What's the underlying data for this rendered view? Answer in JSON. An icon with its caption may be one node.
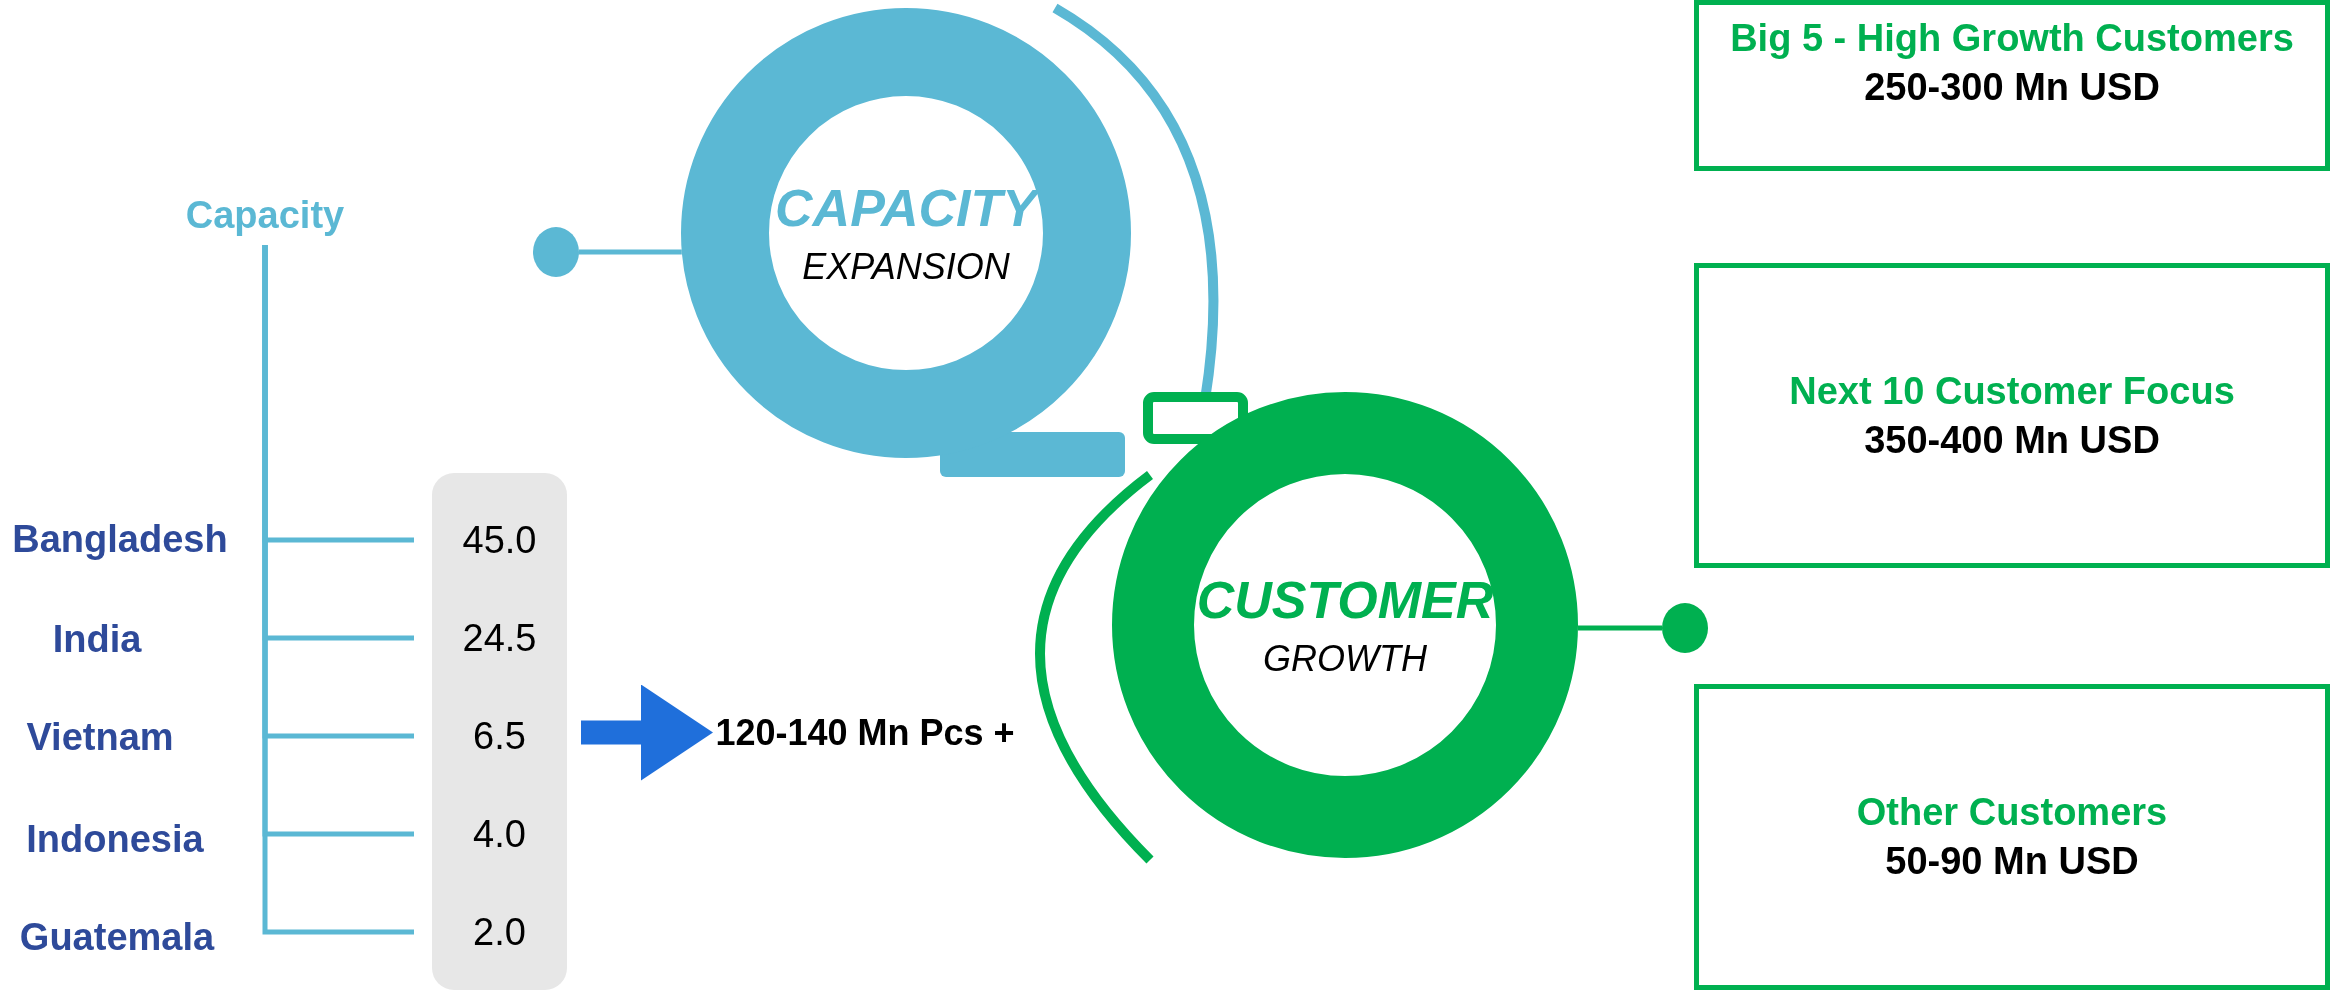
{
  "diagram": {
    "nodes": [
      {
        "text": [
          "Capacity"
        ]
      },
      {
        "text": [],
        "shape": "box"
      },
      {
        "text": [
          "45.0"
        ],
        "in": 1
      },
      {
        "text": [
          "24.5"
        ],
        "in": 1
      },
      {
        "text": [
          "6.5"
        ],
        "in": 1
      },
      {
        "text": [
          "4.0"
        ],
        "in": 1
      },
      {
        "text": [
          "2.0"
        ],
        "in": 1
      },
      {
        "text": [
          "120-140 Mn Pcs +"
        ]
      },
      {
        "text": [
          "CAPACITY",
          "EXPANSION"
        ]
      },
      {
        "text": [],
        "shape": "circle"
      },
      {
        "text": [
          "CUSTOMER",
          "GROWTH"
        ]
      },
      {
        "text": [],
        "shape": "circle"
      },
      {
        "text": [
          "Big 5 - High Growth Customers",
          "250-300 Mn USD"
        ]
      },
      {
        "text": [
          "Next 10 Customer Focus",
          "350-400 Mn USD"
        ]
      },
      {
        "text": [
          "Other Customers",
          "50-90 Mn USD"
        ]
      }
    ],
    "edges": [
      {
        "from": 0,
        "to": 2,
        "arrow": "none"
      },
      {
        "from": 0,
        "to": 3,
        "arrow": "none"
      },
      {
        "from": 0,
        "to": 4,
        "arrow": "none"
      },
      {
        "from": 0,
        "to": 5,
        "arrow": "none"
      },
      {
        "from": 0,
        "to": 6,
        "arrow": "none"
      },
      {
        "from": 1,
        "to": 7,
        "arrow": "to",
        "style": "thick",
        "color": "#1f6fdb"
      },
      {
        "from": 8,
        "to": 9,
        "arrow": "none"
      },
      {
        "from": 10,
        "to": 11,
        "arrow": "none",
        "color": "#00b050"
      }
    ],
    "labels": [
      "Bangladesh",
      "India",
      "Vietnam",
      "Indonesia",
      "Guatemala"
    ]
  }
}
